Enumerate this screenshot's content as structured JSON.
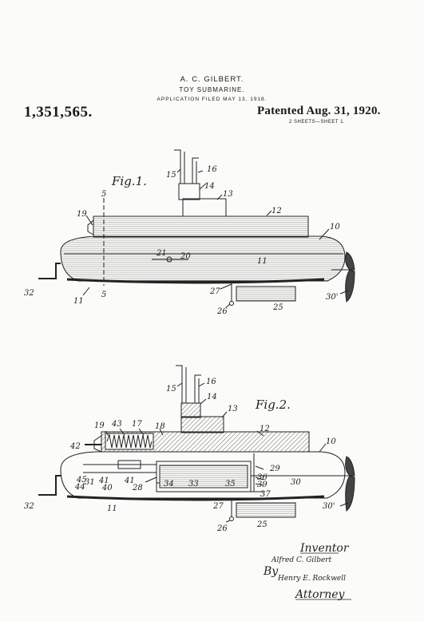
{
  "header": {
    "inventor": "A. C. GILBERT.",
    "title": "TOY SUBMARINE.",
    "application": "APPLICATION FILED MAY 13, 1918.",
    "patent_number": "1,351,565.",
    "patent_date": "Patented Aug. 31, 1920.",
    "sheets": "2 SHEETS—SHEET 1."
  },
  "figures": {
    "fig1": "Fig.1.",
    "fig2": "Fig.2."
  },
  "fig1_labels": {
    "l5a": "5",
    "l5b": "5",
    "l10": "10",
    "l11a": "11",
    "l11b": "11",
    "l12": "12",
    "l13": "13",
    "l14": "14",
    "l15": "15",
    "l16": "16",
    "l19": "19",
    "l20": "20",
    "l21": "21",
    "l25": "25",
    "l26": "26",
    "l27": "27",
    "l30": "30'",
    "l32": "32"
  },
  "fig2_labels": {
    "l10": "10",
    "l11": "11",
    "l12": "12",
    "l13": "13",
    "l14": "14",
    "l15": "15",
    "l16": "16",
    "l17": "17",
    "l18": "18",
    "l19": "19",
    "l25": "25",
    "l26": "26",
    "l27": "27",
    "l28": "28",
    "l29": "29",
    "l30": "30",
    "l30p": "30'",
    "l32": "32",
    "l33": "33",
    "l34": "34",
    "l35": "35",
    "l36": "36",
    "l37": "37",
    "l39": "39",
    "l40": "40",
    "l41a": "41",
    "l41b": "41",
    "l42": "42",
    "l43": "43",
    "l44": "44",
    "l45": "45",
    "l31": "31"
  },
  "signature": {
    "inventor_label": "Inventor",
    "inventor_name": "Alfred C. Gilbert",
    "by": "By",
    "attorney_name": "Henry E. Rockwell",
    "attorney_label": "Attorney"
  }
}
